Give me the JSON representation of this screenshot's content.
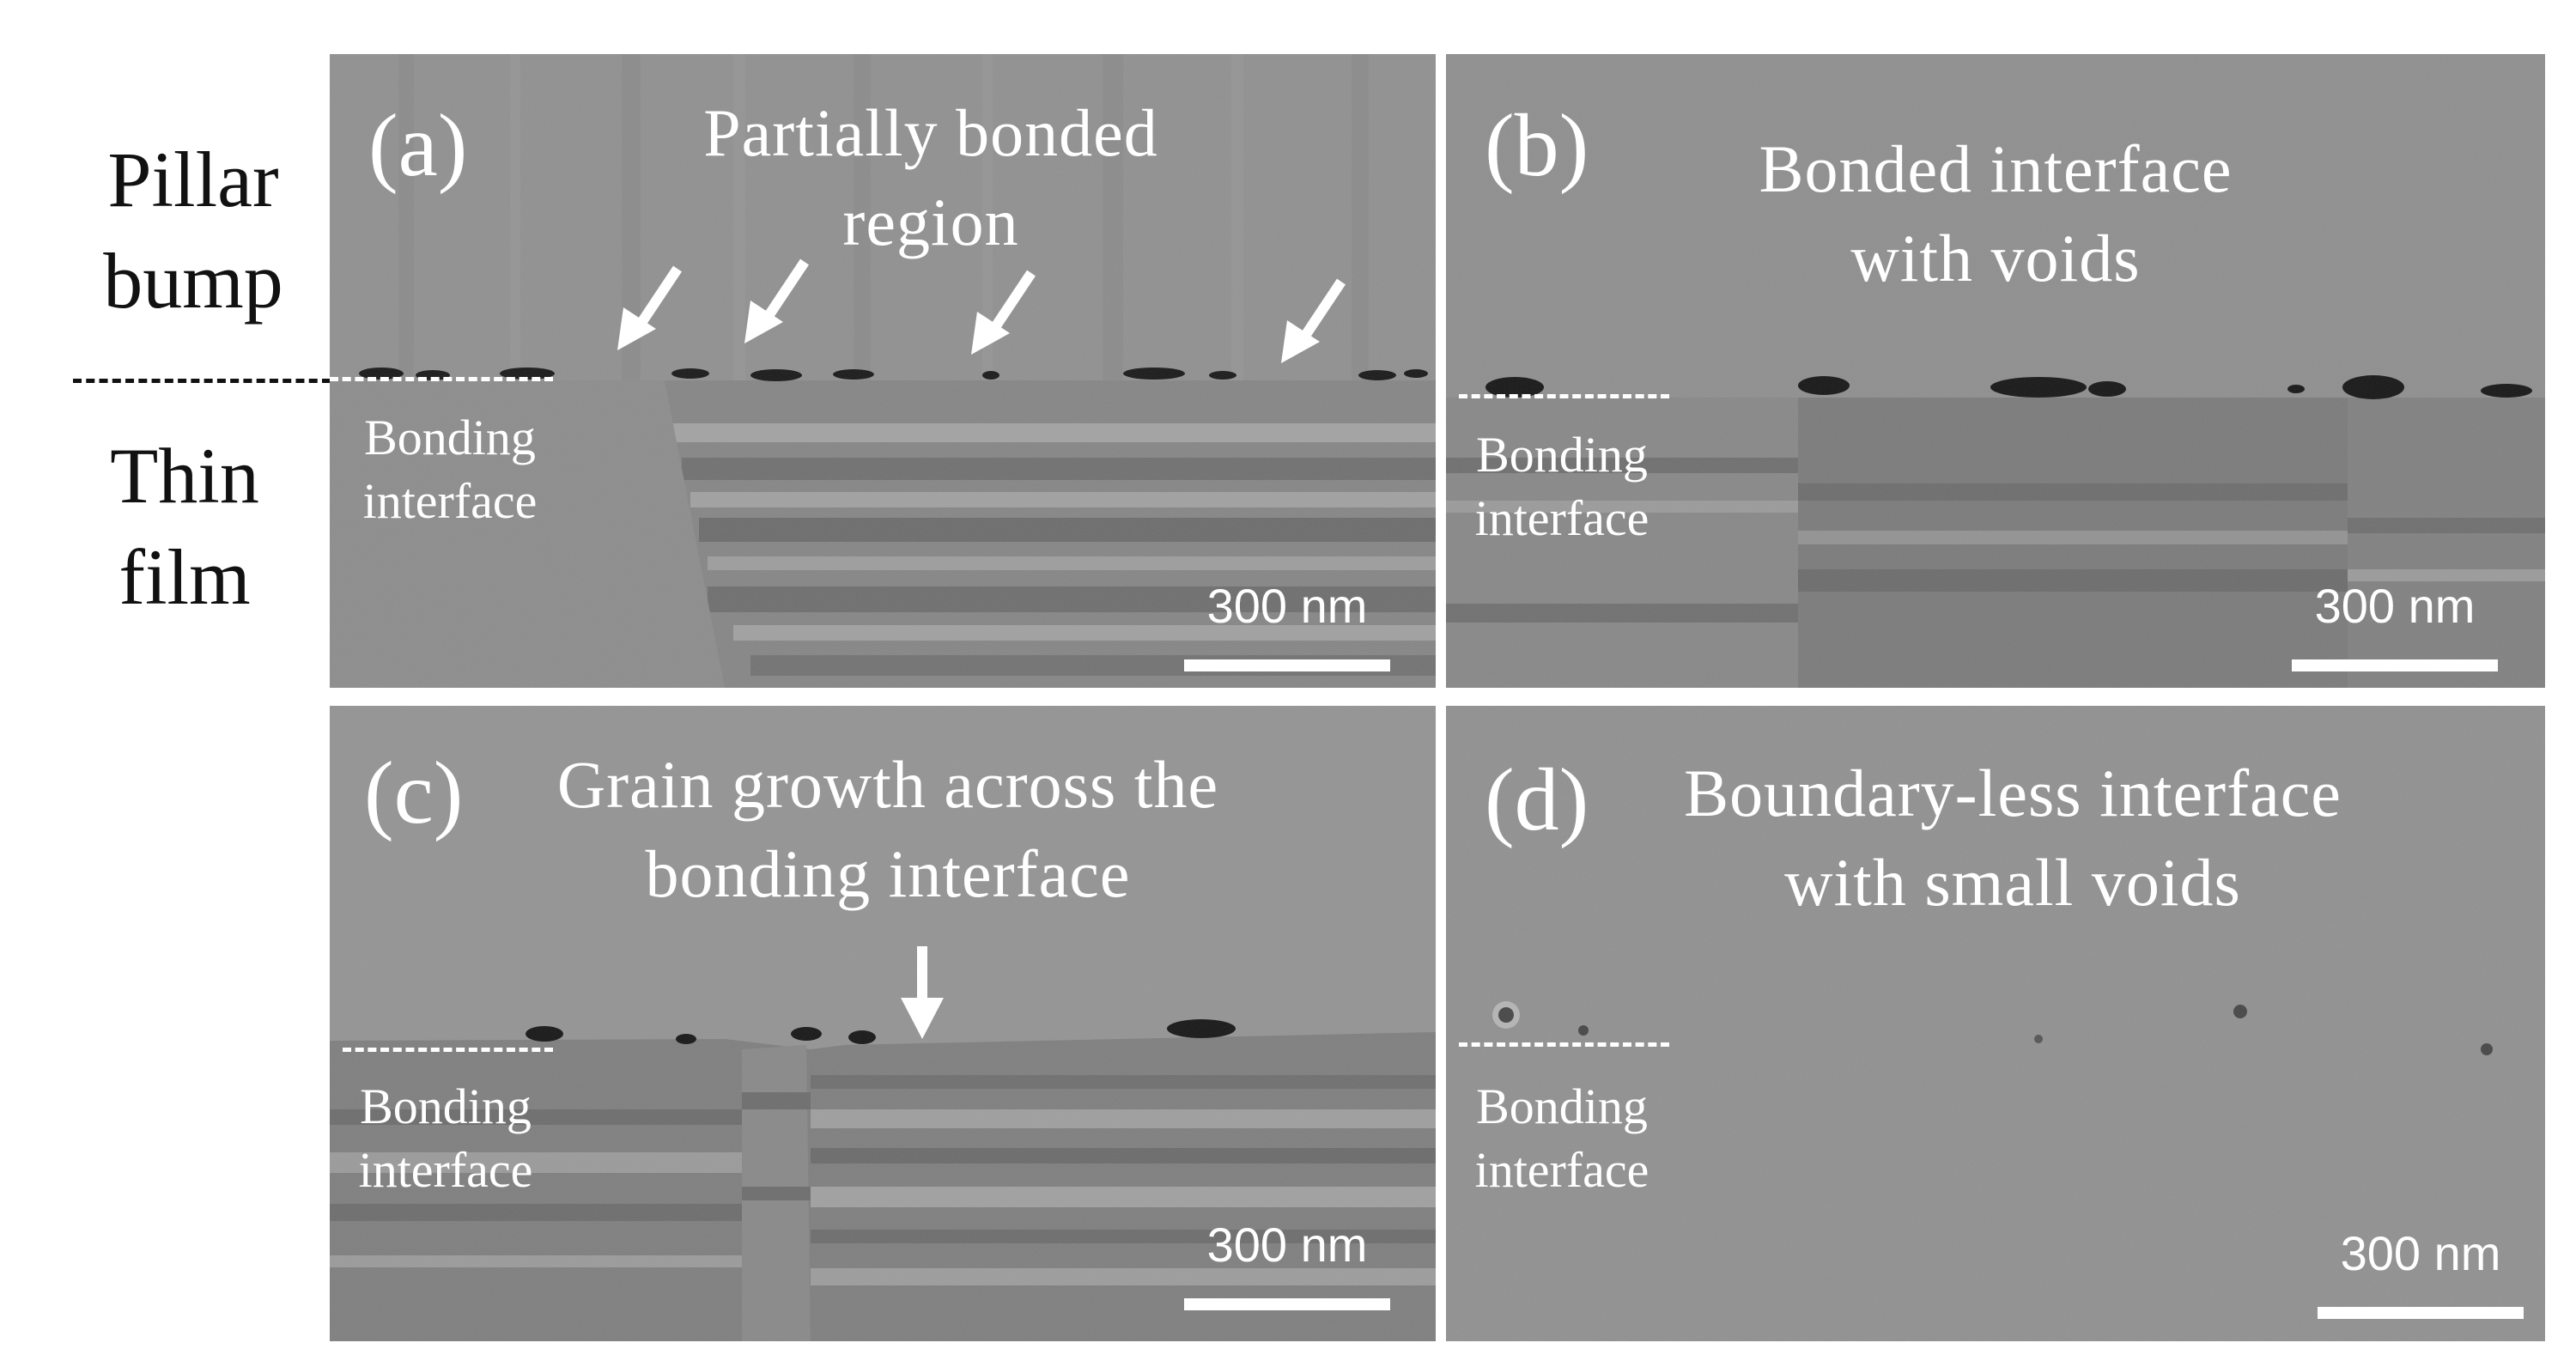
{
  "left_labels": {
    "top": [
      "Pillar",
      "bump"
    ],
    "bottom": [
      "Thin",
      "film"
    ]
  },
  "bonding_label": [
    "Bonding",
    "interface"
  ],
  "scale_label": "300 nm",
  "panels": [
    {
      "letter": "(a)",
      "caption": [
        "Partially  bonded",
        "region"
      ]
    },
    {
      "letter": "(b)",
      "caption": [
        "Bonded interface",
        "with voids"
      ]
    },
    {
      "letter": "(c)",
      "caption": [
        "Grain  growth  across  the",
        "bonding  interface"
      ]
    },
    {
      "letter": "(d)",
      "caption": [
        "Boundary-less  interface",
        "with small voids"
      ]
    }
  ],
  "colors": {
    "background": "#ffffff",
    "upper_gray": "#8f8f8f",
    "film_gray": "#7d7d7d",
    "stripe_dark": "#6c6c6c",
    "stripe_light": "#9a9a9a",
    "void": "#141414",
    "annotation": "#ffffff"
  }
}
